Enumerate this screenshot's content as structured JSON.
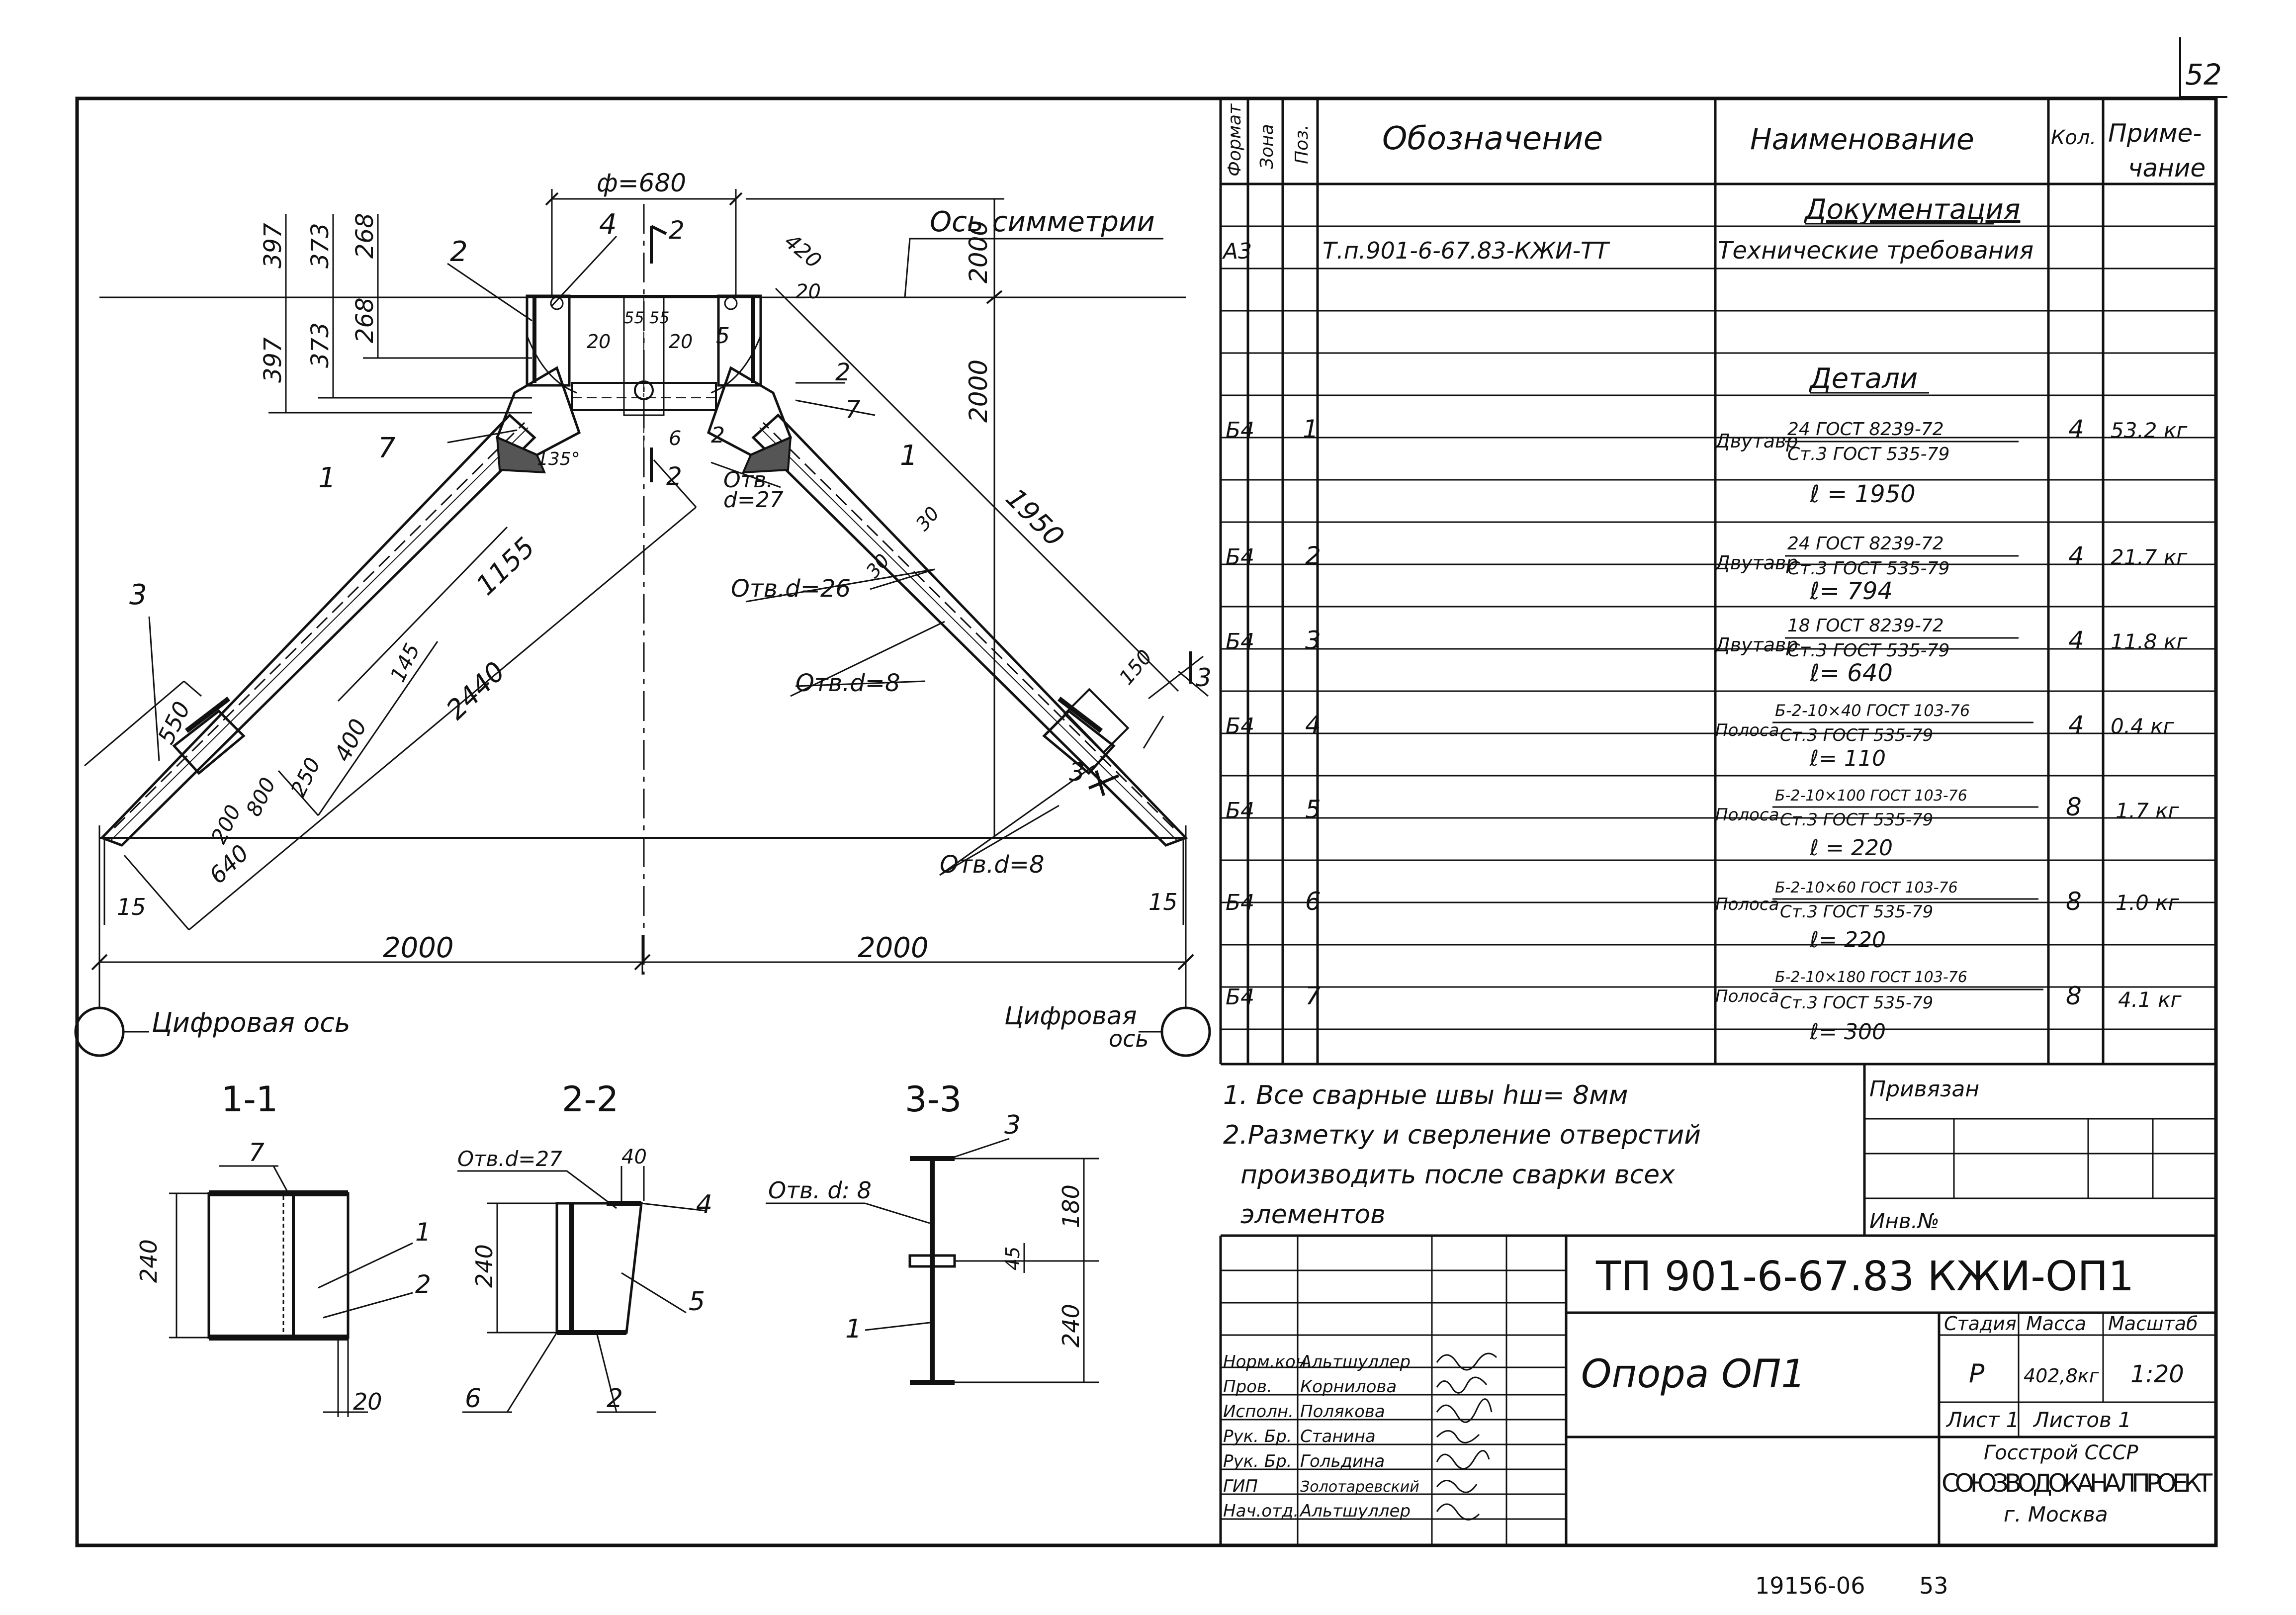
{
  "page": {
    "page_number": "52",
    "archive_number": "19156-06",
    "footer_page": "53"
  },
  "drawing": {
    "symmetry_axis": "Ось симметрии",
    "digital_axis_left": "Цифровая ось",
    "digital_axis_right_line1": "Цифровая",
    "digital_axis_right_line2": "ось",
    "dia_680": "ф=680",
    "dims": {
      "d397a": "397",
      "d373a": "373",
      "d268a": "268",
      "d397b": "397",
      "d373b": "373",
      "d268b": "268",
      "d2000v1": "2000",
      "d2000v2": "2000",
      "d420": "420",
      "d20a": "20",
      "d20b": "20",
      "d20c": "20",
      "d5555": "55 55",
      "d135": "135°",
      "d1155": "1155",
      "d2440": "2440",
      "d1950": "1950",
      "d550": "550",
      "d145": "145",
      "d400": "400",
      "d250": "250",
      "d200": "200",
      "d800": "800",
      "d640": "640",
      "d15l": "15",
      "d15r": "15",
      "d150": "150",
      "d30a": "30",
      "d30b": "30",
      "d2000l": "2000",
      "d2000r": "2000"
    },
    "labels": {
      "hole27_line1": "Отв.",
      "hole27_line2": "d=27",
      "hole26": "Отв.d=26",
      "hole8a": "Отв.d=8",
      "hole8b": "Отв.d=8"
    },
    "positions": {
      "p1a": "1",
      "p1b": "1",
      "p2a": "2",
      "p2b": "2",
      "p2c": "2",
      "p3": "3",
      "p4": "4",
      "p5": "5",
      "p6": "6",
      "p7a": "7",
      "p7b": "7",
      "cut2a": "2",
      "cut2b": "2",
      "cut3a": "3",
      "cut3b": "3"
    }
  },
  "sections": {
    "s11": {
      "title": "1-1",
      "dim240": "240",
      "dim20": "20",
      "p7": "7",
      "p1": "1",
      "p2": "2"
    },
    "s22": {
      "title": "2-2",
      "hole": "Отв.d=27",
      "dim40": "40",
      "dim240": "240",
      "p4": "4",
      "p5": "5",
      "p6": "6",
      "p2": "2"
    },
    "s33": {
      "title": "3-3",
      "hole": "Отв. d: 8",
      "dim180": "180",
      "dim45": "45",
      "dim240": "240",
      "p3": "3",
      "p1": "1"
    }
  },
  "notes": [
    "1. Все сварные швы hш= 8мм",
    "2.Разметку и сверление отверстий",
    "производить после сварки всех",
    "элементов"
  ],
  "spec": {
    "headers": {
      "format": "Формат",
      "zone": "Зона",
      "pos": "Поз.",
      "designation": "Обозначение",
      "name": "Наименование",
      "qty": "Кол.",
      "note1": "Приме-",
      "note2": "чание"
    },
    "section_docs": "Документация",
    "doc_row": {
      "format": "А3",
      "designation": "Т.п.901-6-67.83-КЖИ-ТТ",
      "name": "Технические требования"
    },
    "section_parts": "Детали",
    "rows": [
      {
        "format": "Б4",
        "pos": "1",
        "prefix": "Двутавр",
        "top": "24 ГОСТ 8239-72",
        "bottom": "Ст.3 ГОСТ 535-79",
        "length": "ℓ = 1950",
        "qty": "4",
        "mass": "53.2 кг"
      },
      {
        "format": "Б4",
        "pos": "2",
        "prefix": "Двутавр",
        "top": "24 ГОСТ 8239-72",
        "bottom": "Ст.3 ГОСТ 535-79",
        "length": "ℓ= 794",
        "qty": "4",
        "mass": "21.7 кг"
      },
      {
        "format": "Б4",
        "pos": "3",
        "prefix": "Двутавр",
        "top": "18 ГОСТ 8239-72",
        "bottom": "Ст.3 ГОСТ 535-79",
        "length": "ℓ= 640",
        "qty": "4",
        "mass": "11.8 кг"
      },
      {
        "format": "Б4",
        "pos": "4",
        "prefix": "Полоса",
        "top": "Б-2-10×40 ГОСТ 103-76",
        "bottom": "Ст.3 ГОСТ 535-79",
        "length": "ℓ= 110",
        "qty": "4",
        "mass": "0.4 кг"
      },
      {
        "format": "Б4",
        "pos": "5",
        "prefix": "Полоса",
        "top": "Б-2-10×100 ГОСТ 103-76",
        "bottom": "Ст.3 ГОСТ 535-79",
        "length": "ℓ = 220",
        "qty": "8",
        "mass": "1.7 кг"
      },
      {
        "format": "Б4",
        "pos": "6",
        "prefix": "Полоса",
        "top": "Б-2-10×60 ГОСТ 103-76",
        "bottom": "Ст.3 ГОСТ 535-79",
        "length": "ℓ= 220",
        "qty": "8",
        "mass": "1.0 кг"
      },
      {
        "format": "Б4",
        "pos": "7",
        "prefix": "Полоса",
        "top": "Б-2-10×180 ГОСТ 103-76",
        "bottom": "Ст.3 ГОСТ 535-79",
        "length": "ℓ= 300",
        "qty": "8",
        "mass": "4.1 кг"
      }
    ]
  },
  "stamp": {
    "privyazan": "Привязан",
    "inv": "Инв.№",
    "code": "ТП 901-6-67.83   КЖИ-ОП1",
    "title": "Опора ОП1",
    "stage_h": "Стадия",
    "mass_h": "Масса",
    "scale_h": "Масштаб",
    "stage": "Р",
    "mass": "402,8кг",
    "scale": "1:20",
    "sheet": "Лист 1",
    "sheets": "Листов 1",
    "org1": "Госстрой СССР",
    "org2": "СОЮЗВОДОКАНАЛПРОЕКТ",
    "org3": "г. Москва",
    "people": [
      {
        "role": "Норм.кон.",
        "name": "Альтшуллер"
      },
      {
        "role": "Пров.",
        "name": "Корнилова"
      },
      {
        "role": "Исполн.",
        "name": "Полякова"
      },
      {
        "role": "Рук. Бр.",
        "name": "Станина"
      },
      {
        "role": "Рук. Бр.",
        "name": "Гольдина"
      },
      {
        "role": "ГИП",
        "name": "Золотаревский"
      },
      {
        "role": "Нач.отд.",
        "name": "Альтшуллер"
      }
    ]
  }
}
